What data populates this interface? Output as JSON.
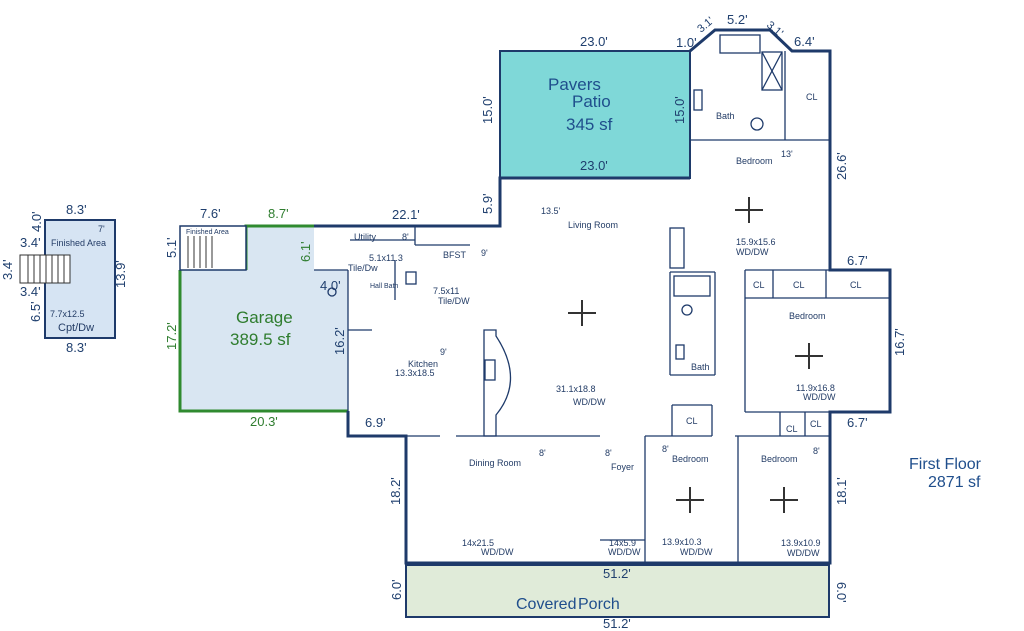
{
  "summary": {
    "floor": "First Floor",
    "area": "2871 sf"
  },
  "stair_block": {
    "top": "8.3'",
    "left_top": "4.0'",
    "left_a": "3.4'",
    "left_b": "3.4'",
    "left_c": "3.4'",
    "left_d": "6.5'",
    "right": "13.9'",
    "bottom": "8.3'",
    "area_name": "Finished Area",
    "ceiling": "7'",
    "size": "7.7x12.5",
    "floor": "Cpt/Dw"
  },
  "patio": {
    "name_a": "Pavers",
    "name_b": "Patio",
    "area": "345 sf",
    "top": "23.0'",
    "bottom": "23.0'",
    "left": "15.0'",
    "right": "15.0'"
  },
  "garage": {
    "name": "Garage",
    "area": "389.5 sf",
    "top_a": "7.6'",
    "top_b": "8.7'",
    "left": "17.2'",
    "left_small": "5.1'",
    "right_a": "6.1'",
    "right_b": "4.0'",
    "right_c": "16.2'",
    "bottom": "20.3'",
    "inner_label": "Finished Area"
  },
  "porch": {
    "name_a": "Covered",
    "name_b": "Porch",
    "top": "51.2'",
    "bottom": "51.2'",
    "left": "6.0'",
    "right": "6.0'"
  },
  "dims": {
    "d22_1": "22.1'",
    "d5_9": "5.9'",
    "d1_0": "1.0'",
    "d3_1a": "3.1'",
    "d5_2": "5.2'",
    "d3_1b": "3.1'",
    "d6_4": "6.4'",
    "d26_6": "26.6'",
    "d6_7a": "6.7'",
    "d16_7": "16.7'",
    "d6_7b": "6.7'",
    "d18_1": "18.1'",
    "d18_2": "18.2'",
    "d6_9": "6.9'"
  },
  "rooms": {
    "utility": "Utility",
    "utility_h": "8'",
    "utility_size": "5.1x11.3",
    "utility_floor": "Tile/Dw",
    "hall_bath": "Hall Bath",
    "bfst": "BFST",
    "bfst_h": "9'",
    "bfst_size": "7.5x11",
    "bfst_floor": "Tile/DW",
    "kitchen_h": "9'",
    "kitchen": "Kitchen",
    "kitchen_size": "13.3x18.5",
    "living_h": "13.5'",
    "living": "Living Room",
    "living_size": "31.1x18.8",
    "living_floor": "WD/DW",
    "bath_top": "Bath",
    "bath_mid": "Bath",
    "bed1": "Bedroom",
    "bed1_h": "13'",
    "bed1_size": "15.9x15.6",
    "bed1_floor": "WD/DW",
    "cl1": "CL",
    "cl2": "CL",
    "cl3": "CL",
    "cl4": "CL",
    "cl5": "CL",
    "cl6": "CL",
    "cl7": "CL",
    "bed2": "Bedroom",
    "bed2_size": "11.9x16.8",
    "bed2_floor": "WD/DW",
    "dining": "Dining Room",
    "dining_h": "8'",
    "dining_size": "14x21.5",
    "dining_floor": "WD/DW",
    "foyer": "Foyer",
    "foyer_h": "8'",
    "foyer_size": "14x5.9",
    "foyer_floor": "WD/DW",
    "bed3": "Bedroom",
    "bed3_h": "8'",
    "bed3_size": "13.9x10.3",
    "bed3_floor": "WD/DW",
    "bed4": "Bedroom",
    "bed4_h": "8'",
    "bed4_size": "13.9x10.9",
    "bed4_floor": "WD/DW"
  }
}
